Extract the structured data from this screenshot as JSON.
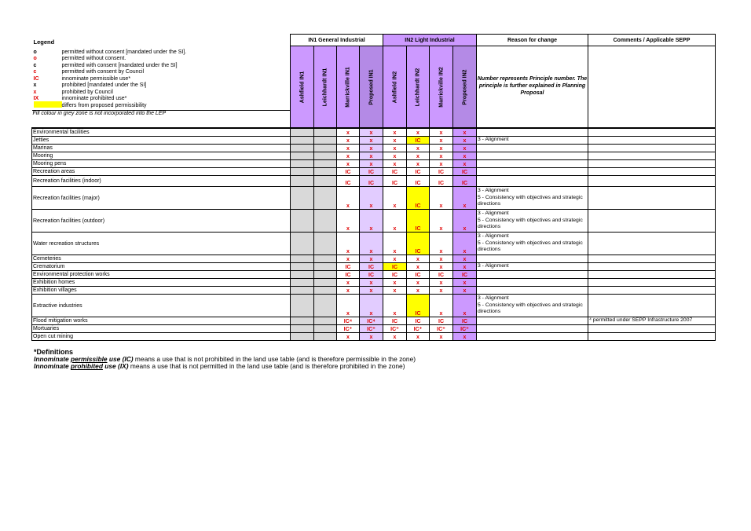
{
  "legend": {
    "title": "Legend",
    "items": [
      {
        "symbol": "o",
        "text": "permitted without consent [mandated under the SI].",
        "style": "black"
      },
      {
        "symbol": "o",
        "text": "permitted without consent.",
        "style": "red"
      },
      {
        "symbol": "c",
        "text": "permitted with consent [mandated under the SI]",
        "style": "black"
      },
      {
        "symbol": "c",
        "text": "permitted with consent by Council",
        "style": "red"
      },
      {
        "symbol": "IC",
        "text": "innominate permissible use*",
        "style": "red"
      },
      {
        "symbol": "x",
        "text": "prohibited [mandated under the SI]",
        "style": "black"
      },
      {
        "symbol": "x",
        "text": "prohibited by Council",
        "style": "red"
      },
      {
        "symbol": "IX",
        "text": "innominate prohibited use*",
        "style": "red"
      },
      {
        "symbol": "",
        "text": "differs from proposed permissibility",
        "style": "yellow"
      }
    ],
    "footer": "Fill colour in grey zone is not incorporated into the LEP"
  },
  "groups": {
    "in1": "IN1 General Industrial",
    "in2": "IN2 Light Industrial",
    "reason": "Reason for change",
    "comments": "Comments  / Applicable SEPP"
  },
  "columns": [
    "Ashfield IN1",
    "Leichhardt IN1",
    "Marrickville IN1",
    "Proposed IN1",
    "Ashfield IN2",
    "Leichhardt IN2",
    "Marrickville IN2",
    "Proposed IN2"
  ],
  "reason_note": "Number represents Principle number. The principle is further explained in Planning Proposal",
  "rows": [
    {
      "name": "Environmental facilities",
      "cells": [
        "",
        "",
        "x",
        "x",
        "x",
        "x",
        "x",
        "x"
      ],
      "yellow": [],
      "reason": "",
      "comment": "",
      "h": 9
    },
    {
      "name": "Jetties",
      "cells": [
        "",
        "",
        "x",
        "x",
        "x",
        "IC",
        "x",
        "x"
      ],
      "yellow": [
        5
      ],
      "reason": "3 -  Alignment",
      "comment": "",
      "h": 9
    },
    {
      "name": "Marinas",
      "cells": [
        "",
        "",
        "x",
        "x",
        "x",
        "x",
        "x",
        "x"
      ],
      "yellow": [],
      "reason": "",
      "comment": "",
      "h": 9
    },
    {
      "name": "Mooring",
      "cells": [
        "",
        "",
        "x",
        "x",
        "x",
        "x",
        "x",
        "x"
      ],
      "yellow": [],
      "reason": "",
      "comment": "",
      "h": 9
    },
    {
      "name": "Mooring pens",
      "cells": [
        "",
        "",
        "x",
        "x",
        "x",
        "x",
        "x",
        "x"
      ],
      "yellow": [],
      "reason": "",
      "comment": "",
      "h": 9
    },
    {
      "name": "Recreation areas",
      "cells": [
        "",
        "",
        "IC",
        "IC",
        "IC",
        "IC",
        "IC",
        "IC"
      ],
      "yellow": [],
      "reason": "",
      "comment": "",
      "h": 9
    },
    {
      "name": "Recreation facilities (indoor)",
      "cells": [
        "",
        "",
        "IC",
        "IC",
        "IC",
        "IC",
        "IC",
        "IC"
      ],
      "yellow": [],
      "reason": "",
      "comment": "",
      "h": 13
    },
    {
      "name": "Recreation facilities (major)",
      "cells": [
        "",
        "",
        "x",
        "x",
        "x",
        "IC",
        "x",
        "x"
      ],
      "yellow": [
        5
      ],
      "reason": "3 -  Alignment<br>5 - Consistency with objectives and strategic directions",
      "comment": "",
      "h": 28
    },
    {
      "name": "Recreation facilities (outdoor)",
      "cells": [
        "",
        "",
        "x",
        "x",
        "x",
        "IC",
        "x",
        "x"
      ],
      "yellow": [
        5
      ],
      "reason": "3 -  Alignment<br>5 - Consistency with objectives and strategic directions",
      "comment": "",
      "h": 28
    },
    {
      "name": "Water recreation structures",
      "cells": [
        "",
        "",
        "x",
        "x",
        "x",
        "IC",
        "x",
        "x"
      ],
      "yellow": [
        5
      ],
      "reason": "3 -  Alignment<br>5 - Consistency with objectives and strategic directions",
      "comment": "",
      "h": 28
    },
    {
      "name": "Cemeteries",
      "cells": [
        "",
        "",
        "x",
        "x",
        "x",
        "x",
        "x",
        "x"
      ],
      "yellow": [],
      "reason": "",
      "comment": "",
      "h": 9
    },
    {
      "name": "Crematorium",
      "cells": [
        "",
        "",
        "IC",
        "IC",
        "IC",
        "x",
        "x",
        "x"
      ],
      "yellow": [
        4
      ],
      "reason": "3 -  Alignment",
      "comment": "",
      "h": 9
    },
    {
      "name": "Environmental protection works",
      "cells": [
        "",
        "",
        "IC",
        "IC",
        "IC",
        "IC",
        "IC",
        "IC"
      ],
      "yellow": [],
      "reason": "",
      "comment": "",
      "h": 9
    },
    {
      "name": "Exhibition homes",
      "cells": [
        "",
        "",
        "x",
        "x",
        "x",
        "x",
        "x",
        "x"
      ],
      "yellow": [],
      "reason": "",
      "comment": "",
      "h": 9
    },
    {
      "name": "Exhibition villages",
      "cells": [
        "",
        "",
        "x",
        "x",
        "x",
        "x",
        "x",
        "x"
      ],
      "yellow": [],
      "reason": "",
      "comment": "",
      "h": 9
    },
    {
      "name": "Extractive industries",
      "cells": [
        "",
        "",
        "x",
        "x",
        "x",
        "IC",
        "x",
        "x"
      ],
      "yellow": [
        5
      ],
      "reason": "3 -  Alignment<br>5 - Consistency with objectives and strategic directions",
      "comment": "",
      "h": 28
    },
    {
      "name": "Flood mitigation works",
      "cells": [
        "",
        "",
        "IC⁴",
        "IC⁴",
        "IC",
        "IC",
        "IC",
        "IC"
      ],
      "yellow": [],
      "reason": "",
      "comment": "⁴ permitted under SEPP Infrastructure 2007",
      "h": 9
    },
    {
      "name": "Mortuaries",
      "cells": [
        "",
        "",
        "IC⁺",
        "IC⁺",
        "IC⁺",
        "IC⁺",
        "IC⁺",
        "IC⁺"
      ],
      "yellow": [],
      "reason": "",
      "comment": "",
      "h": 9
    },
    {
      "name": "Open cut mining",
      "cells": [
        "",
        "",
        "x",
        "x",
        "x",
        "x",
        "x",
        "x"
      ],
      "yellow": [],
      "reason": "",
      "comment": "",
      "h": 9
    }
  ],
  "definitions": {
    "title": "*Definitions",
    "line1_a": "Innominate ",
    "line1_b": "permissible",
    "line1_c": " use (IC)",
    "line1_d": "  means a use that is not prohibited in the land use table (and is therefore permissible in the zone)",
    "line2_a": "Innominate ",
    "line2_b": "prohibited",
    "line2_c": " use (IX)",
    "line2_d": "  means a use that is not permitted in the land use table (and is therefore prohibited in the zone)"
  }
}
